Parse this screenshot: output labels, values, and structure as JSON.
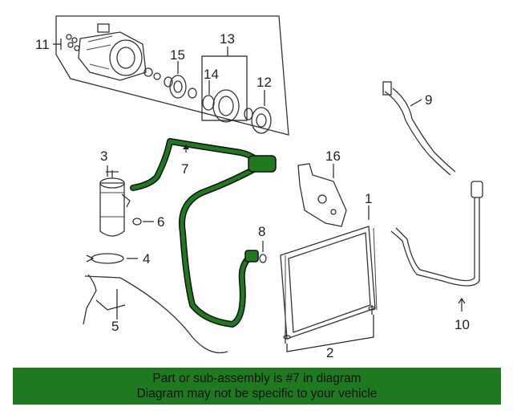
{
  "callouts": [
    "1",
    "2",
    "3",
    "4",
    "5",
    "6",
    "7",
    "8",
    "9",
    "10",
    "11",
    "12",
    "13",
    "14",
    "15",
    "16"
  ],
  "highlight_color": "#1f7a1f",
  "banner": {
    "line1": "Part or sub-assembly is #7 in diagram",
    "line2": "Diagram may not be specific to your vehicle"
  }
}
